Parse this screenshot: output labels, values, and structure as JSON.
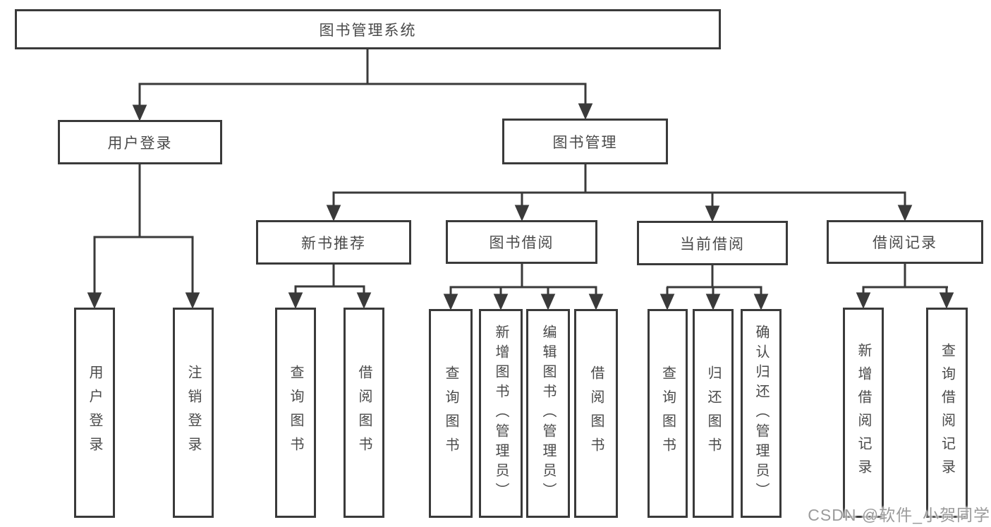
{
  "tree": {
    "label": "图书管理系统",
    "children": [
      {
        "label": "用户登录",
        "children": [
          {
            "label": "用户登录"
          },
          {
            "label": "注销登录"
          }
        ]
      },
      {
        "label": "图书管理",
        "children": [
          {
            "label": "新书推荐",
            "children": [
              {
                "label": "查询图书"
              },
              {
                "label": "借阅图书"
              }
            ]
          },
          {
            "label": "图书借阅",
            "children": [
              {
                "label": "查询图书"
              },
              {
                "label": "新增图书（管理员）"
              },
              {
                "label": "编辑图书（管理员）"
              },
              {
                "label": "借阅图书"
              }
            ]
          },
          {
            "label": "当前借阅",
            "children": [
              {
                "label": "查询图书"
              },
              {
                "label": "归还图书"
              },
              {
                "label": "确认归还（管理员）"
              }
            ]
          },
          {
            "label": "借阅记录",
            "children": [
              {
                "label": "新增借阅记录"
              },
              {
                "label": "查询借阅记录"
              }
            ]
          }
        ]
      }
    ]
  },
  "watermark": "CSDN @软件_小贺同学",
  "colors": {
    "line": "#3a3a3a",
    "text": "#4a4a4a",
    "box_background": "#ffffff",
    "watermark": "#9b9b9b"
  }
}
